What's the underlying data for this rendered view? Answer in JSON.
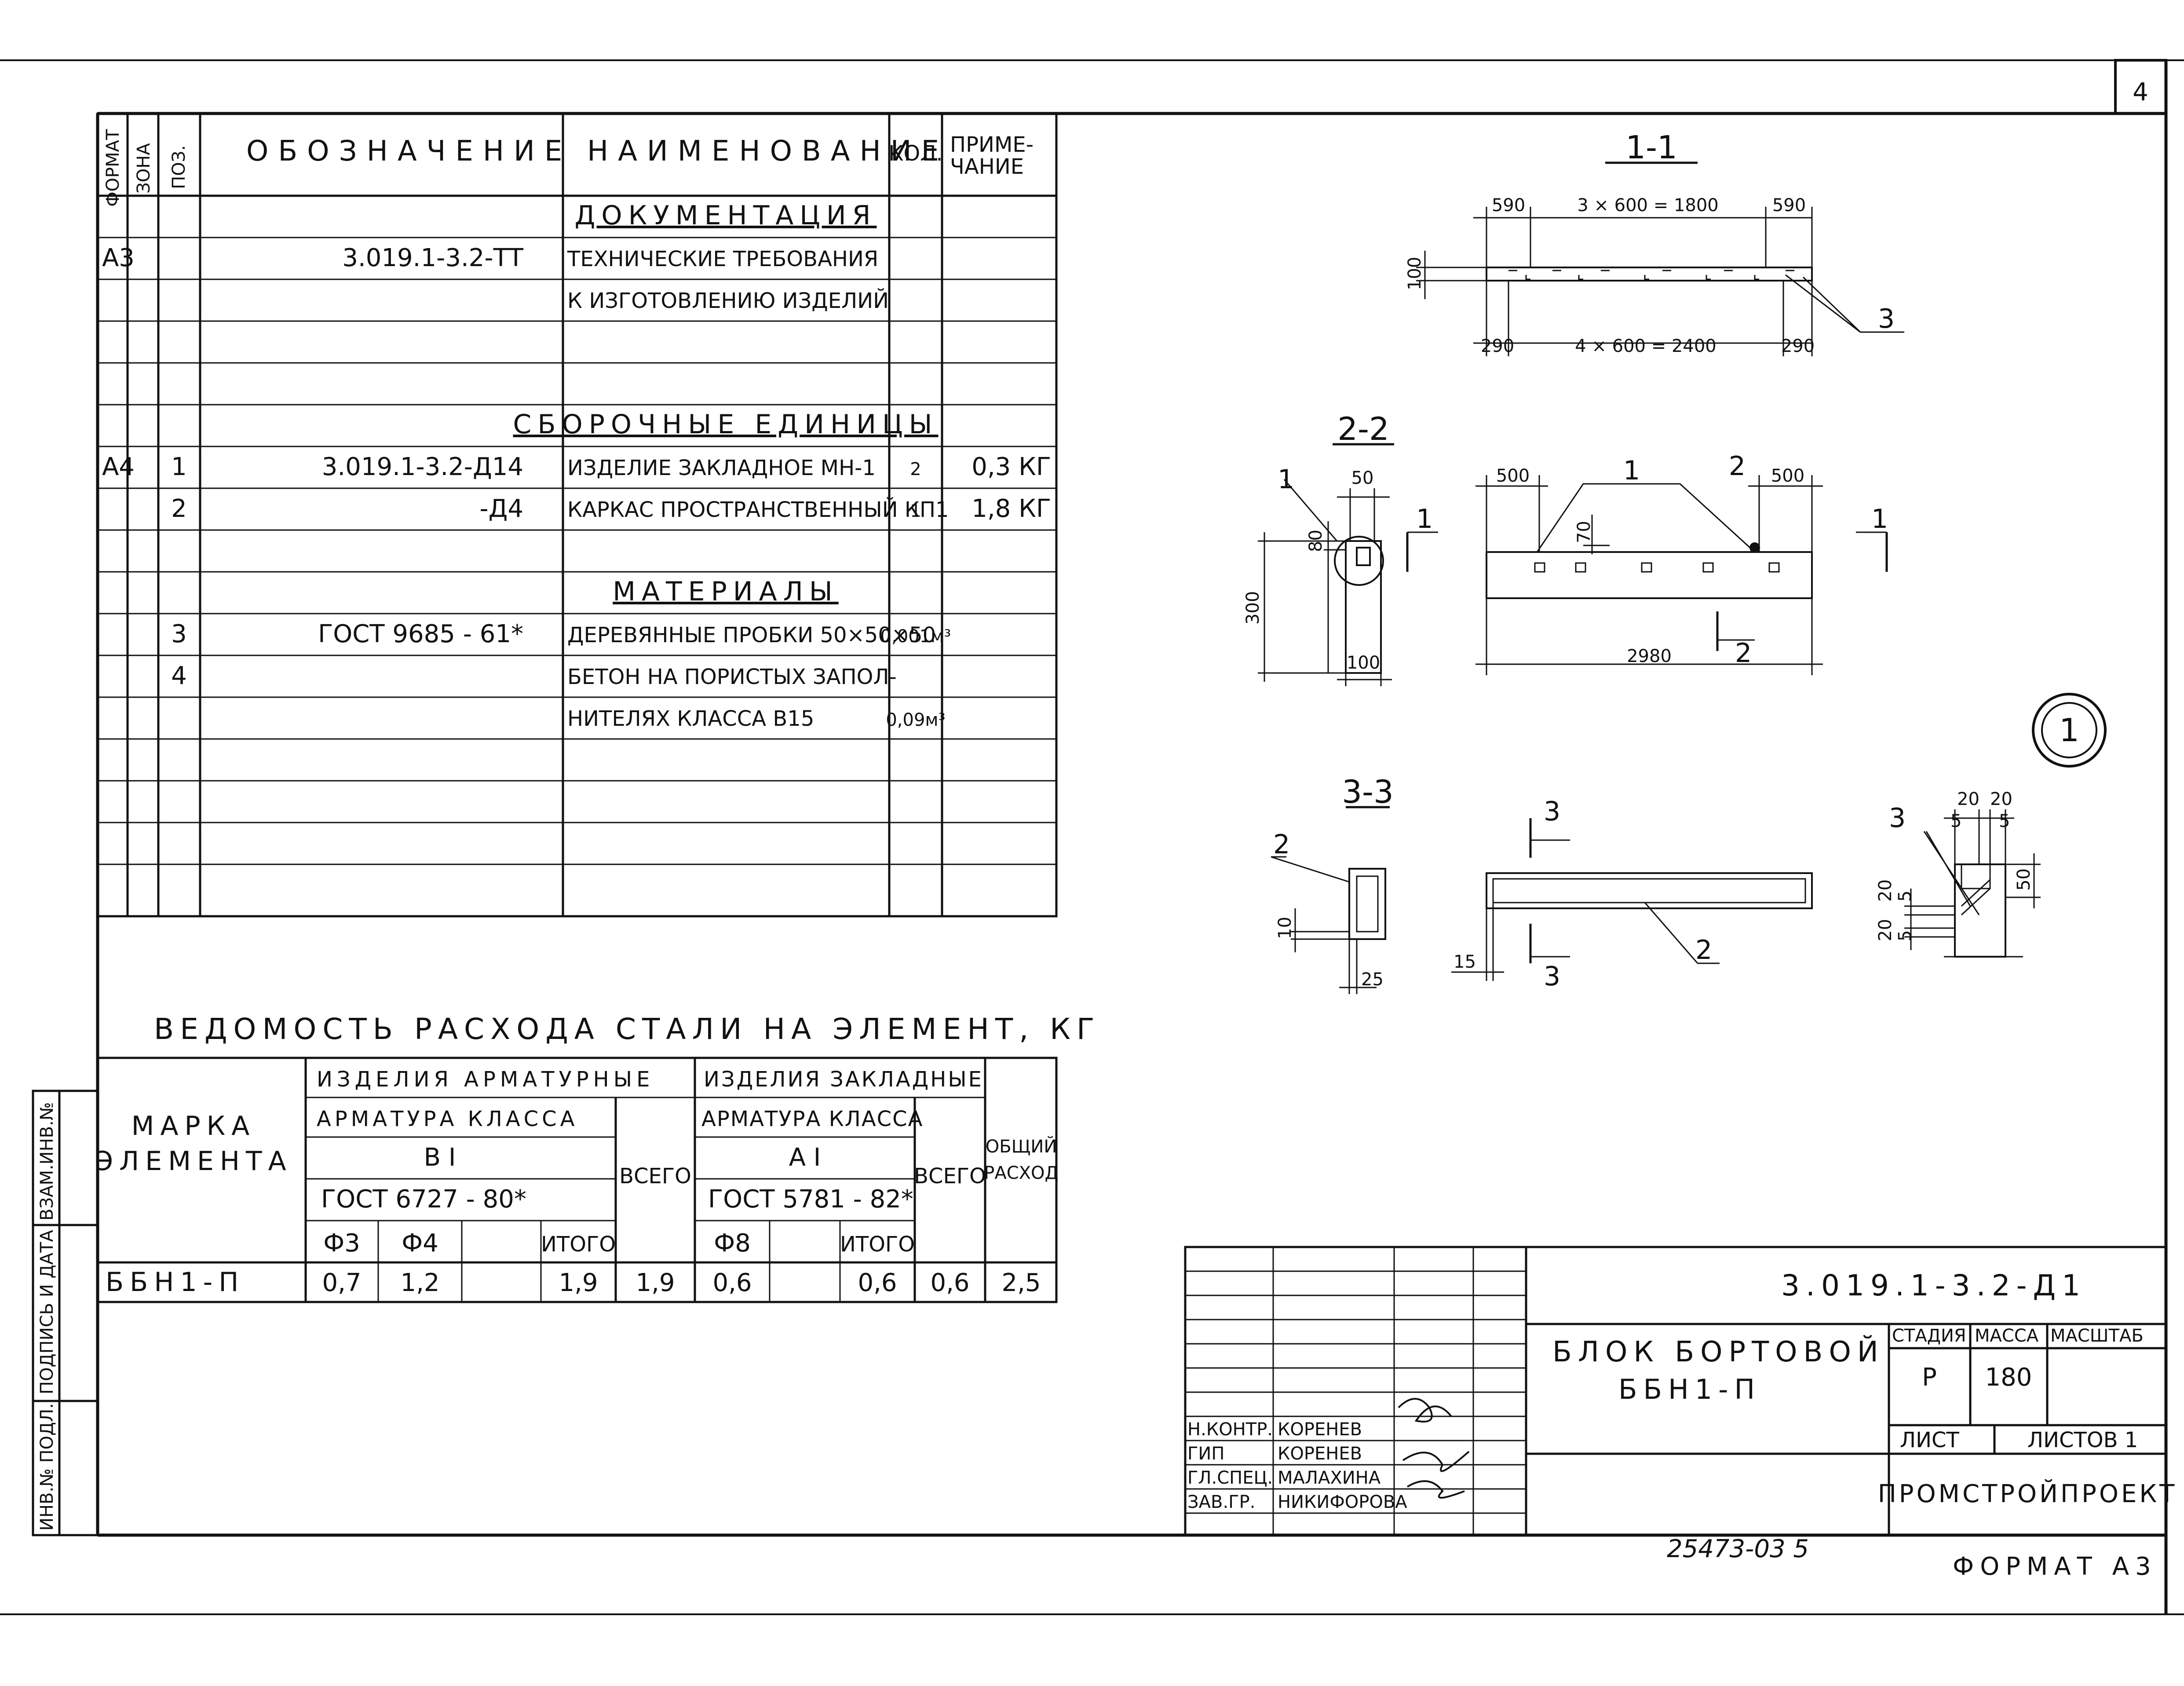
{
  "sheet": {
    "number": "4",
    "footer_number": "25473-03  5",
    "format_label": "ФОРМАТ А3"
  },
  "spec": {
    "headers": [
      "ФОРМАТ",
      "ЗОНА",
      "ПОЗ.",
      "ОБОЗНАЧЕНИЕ",
      "НАИМЕНОВАНИЕ",
      "КОЛ.",
      "ПРИМЕ-\nЧАНИЕ"
    ],
    "rows": [
      {
        "format": "",
        "zone": "",
        "pos": "",
        "designation": "",
        "name": "ДОКУМЕНТАЦИЯ",
        "qty": "",
        "note": "",
        "section": true
      },
      {
        "format": "А3",
        "zone": "",
        "pos": "",
        "designation": "3.019.1-3.2-ТТ",
        "name": "ТЕХНИЧЕСКИЕ ТРЕБОВАНИЯ",
        "qty": "",
        "note": ""
      },
      {
        "format": "",
        "zone": "",
        "pos": "",
        "designation": "",
        "name": "К ИЗГОТОВЛЕНИЮ ИЗДЕЛИЙ",
        "qty": "",
        "note": ""
      },
      {
        "format": "",
        "zone": "",
        "pos": "",
        "designation": "",
        "name": "",
        "qty": "",
        "note": ""
      },
      {
        "format": "",
        "zone": "",
        "pos": "",
        "designation": "",
        "name": "",
        "qty": "",
        "note": ""
      },
      {
        "format": "",
        "zone": "",
        "pos": "",
        "designation": "",
        "name": "СБОРОЧНЫЕ ЕДИНИЦЫ",
        "qty": "",
        "note": "",
        "section": true
      },
      {
        "format": "А4",
        "zone": "",
        "pos": "1",
        "designation": "3.019.1-3.2-Д14",
        "name": "ИЗДЕЛИЕ ЗАКЛАДНОЕ МН-1",
        "qty": "2",
        "note": "0,3 КГ"
      },
      {
        "format": "",
        "zone": "",
        "pos": "2",
        "designation": "-Д4",
        "name": "КАРКАС ПРОСТРАНСТВЕННЫЙ КП1",
        "qty": "1",
        "note": "1,8 КГ"
      },
      {
        "format": "",
        "zone": "",
        "pos": "",
        "designation": "",
        "name": "",
        "qty": "",
        "note": ""
      },
      {
        "format": "",
        "zone": "",
        "pos": "",
        "designation": "",
        "name": "МАТЕРИАЛЫ",
        "qty": "",
        "note": "",
        "section": true
      },
      {
        "format": "",
        "zone": "",
        "pos": "3",
        "designation": "ГОСТ 9685 - 61*",
        "name": "ДЕРЕВЯННЫЕ ПРОБКИ 50×50×50",
        "qty": "0,001м³",
        "note": ""
      },
      {
        "format": "",
        "zone": "",
        "pos": "4",
        "designation": "",
        "name": "БЕТОН НА ПОРИСТЫХ ЗАПОЛ-",
        "qty": "",
        "note": ""
      },
      {
        "format": "",
        "zone": "",
        "pos": "",
        "designation": "",
        "name": "НИТЕЛЯХ КЛАССА В15",
        "qty": "0,09м³",
        "note": ""
      },
      {
        "format": "",
        "zone": "",
        "pos": "",
        "designation": "",
        "name": "",
        "qty": "",
        "note": ""
      },
      {
        "format": "",
        "zone": "",
        "pos": "",
        "designation": "",
        "name": "",
        "qty": "",
        "note": ""
      },
      {
        "format": "",
        "zone": "",
        "pos": "",
        "designation": "",
        "name": "",
        "qty": "",
        "note": ""
      }
    ]
  },
  "steel": {
    "title": "ВЕДОМОСТЬ РАСХОДА СТАЛИ НА ЭЛЕМЕНТ, КГ",
    "mark_header": "МАРКА\nЭЛЕМЕНТА",
    "group1": "ИЗДЕЛИЯ АРМАТУРНЫЕ",
    "group2": "ИЗДЕЛИЯ ЗАКЛАДНЫЕ",
    "rebar_class_label": "АРМАТУРА КЛАССА",
    "class1": "В I",
    "class2": "А I",
    "gost1": "ГОСТ 6727 - 80*",
    "gost2": "ГОСТ 5781 - 82*",
    "total_label": "ВСЕГО",
    "overall_label": "ОБЩИЙ\nРАСХОД",
    "sub1": [
      "Ф3",
      "Ф4",
      "",
      "ИТОГО"
    ],
    "sub2": [
      "Ф8",
      "",
      "ИТОГО"
    ],
    "row": {
      "mark": "ББН1-П",
      "g1": [
        "0,7",
        "1,2",
        "",
        "1,9"
      ],
      "g1_total": "1,9",
      "g2": [
        "0,6",
        "",
        "0,6"
      ],
      "g2_total": "0,6",
      "overall": "2,5"
    }
  },
  "side_stamp": [
    "ИНВ.№ ПОДЛ.",
    "ПОДПИСЬ И ДАТА",
    "ВЗАМ.ИНВ.№"
  ],
  "title_block": {
    "code": "3.019.1-3.2-Д1",
    "name": "БЛОК БОРТОВОЙ\nББН1-П",
    "stage_label": "СТАДИЯ",
    "mass_label": "МАССА",
    "scale_label": "МАСШТАБ",
    "stage": "Р",
    "mass": "180",
    "sheet_label": "ЛИСТ",
    "sheets_label": "ЛИСТОВ 1",
    "org": "ПРОМСТРОЙПРОЕКТ",
    "people": [
      {
        "role": "Н.КОНТР.",
        "name": "КОРЕНЕВ"
      },
      {
        "role": "ГИП",
        "name": "КОРЕНЕВ"
      },
      {
        "role": "ГЛ.СПЕЦ.",
        "name": "МАЛАХИНА"
      },
      {
        "role": "ЗАВ.ГР.",
        "name": "НИКИФОРОВА"
      }
    ]
  },
  "drawing": {
    "node_marker": "1",
    "sec11": {
      "title": "1-1",
      "dims_top": [
        "590",
        "3 × 600 = 1800",
        "590"
      ],
      "dims_bottom": [
        "290",
        "4 × 600 = 2400",
        "290"
      ],
      "height": "100",
      "callout": "3"
    },
    "sec22": {
      "title": "2-2",
      "callout": "1",
      "width_top": "50",
      "d80": "80",
      "height": "300",
      "width": "100"
    },
    "elev": {
      "dims": [
        "500",
        "500"
      ],
      "callout1": "1",
      "callout2": "2",
      "d70": "70",
      "length": "2980",
      "cut1_left": "1",
      "cut1_right": "1",
      "cut2": "2"
    },
    "sec33": {
      "title": "3-3",
      "callout": "2",
      "d10": "10",
      "d25": "25"
    },
    "frame": {
      "callout": "2",
      "d15": "15",
      "cut_top": "3",
      "cut_bottom": "3"
    },
    "node": {
      "callout": "3",
      "d20a": "20",
      "d20b": "20",
      "d5": "5",
      "d5b": "5",
      "d50": "50",
      "l20a": "20",
      "l5a": "5",
      "l20b": "20",
      "l5b": "5"
    }
  }
}
